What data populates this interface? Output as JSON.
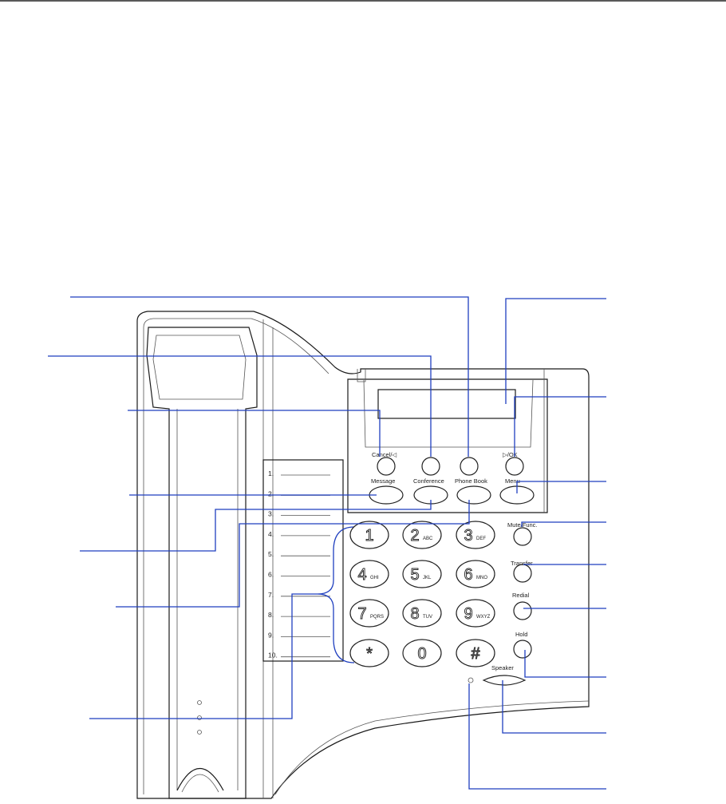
{
  "function_keys": {
    "cancel": "Cancel/◁",
    "ok": "▷/OK",
    "message": "Message",
    "conference": "Conference",
    "phone_book": "Phone Book",
    "menu": "Menu",
    "mute": "Mute/Func.",
    "transfer": "Transfer",
    "redial": "Redial",
    "hold": "Hold",
    "speaker": "Speaker"
  },
  "keypad": [
    {
      "digit": "1",
      "letters": ""
    },
    {
      "digit": "2",
      "letters": "ABC"
    },
    {
      "digit": "3",
      "letters": "DEF"
    },
    {
      "digit": "4",
      "letters": "GHI"
    },
    {
      "digit": "5",
      "letters": "JKL"
    },
    {
      "digit": "6",
      "letters": "MNO"
    },
    {
      "digit": "7",
      "letters": "PQRS"
    },
    {
      "digit": "8",
      "letters": "TUV"
    },
    {
      "digit": "9",
      "letters": "WXYZ"
    },
    {
      "digit": "*",
      "letters": ""
    },
    {
      "digit": "0",
      "letters": ""
    },
    {
      "digit": "#",
      "letters": ""
    }
  ],
  "memory_labels": [
    "1.",
    "2.",
    "3.",
    "4.",
    "5.",
    "6.",
    "7.",
    "8.",
    "9.",
    "10."
  ],
  "colors": {
    "callout": "#1f3fbf",
    "outline": "#1a1a1a",
    "background": "#ffffff"
  }
}
